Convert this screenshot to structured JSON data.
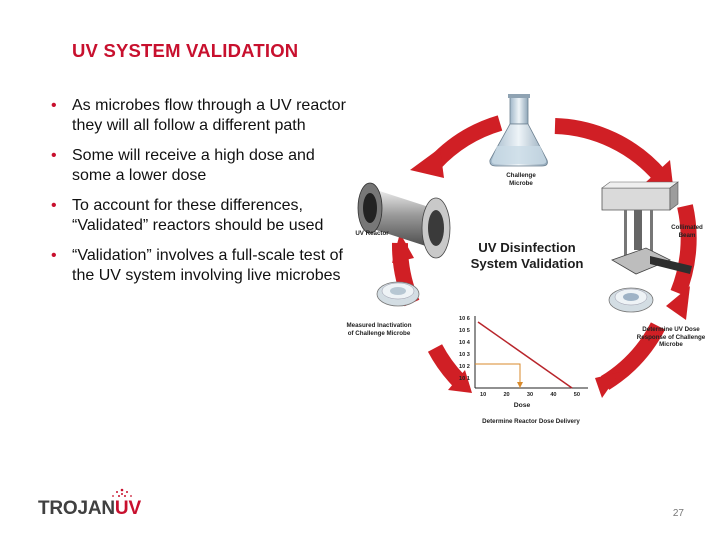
{
  "slide": {
    "title": "UV SYSTEM VALIDATION",
    "page_number": "27",
    "bullets": [
      "As microbes flow through a UV reactor they will all follow a different path",
      "Some will receive a high dose and some a lower dose",
      "To account for these differences, “Validated” reactors should be used",
      "“Validation” involves a full-scale test of the UV system involving live microbes"
    ]
  },
  "logo": {
    "part1": "TROJAN",
    "part2": "UV"
  },
  "diagram": {
    "title_line1": "UV Disinfection",
    "title_line2": "System Validation",
    "labels": {
      "challenge": "Challenge\nMicrobe",
      "collimated": "Collimated\nBeam",
      "reactor": "UV Reactor",
      "determine_response": "Determine UV Dose\nResponse of Challenge\nMicrobe",
      "measured": "Measured Inactivation\nof Challenge Microbe",
      "determine_delivery": "Determine Reactor Dose Delivery"
    },
    "graph": {
      "xlabel": "Dose",
      "x_ticks": [
        "10",
        "20",
        "30",
        "40",
        "50"
      ],
      "y_ticks": [
        "10 6",
        "10 5",
        "10 4",
        "10 3",
        "10 2",
        "10 1"
      ]
    }
  },
  "colors": {
    "accent": "#c8102e",
    "arrow": "#d01f25"
  }
}
